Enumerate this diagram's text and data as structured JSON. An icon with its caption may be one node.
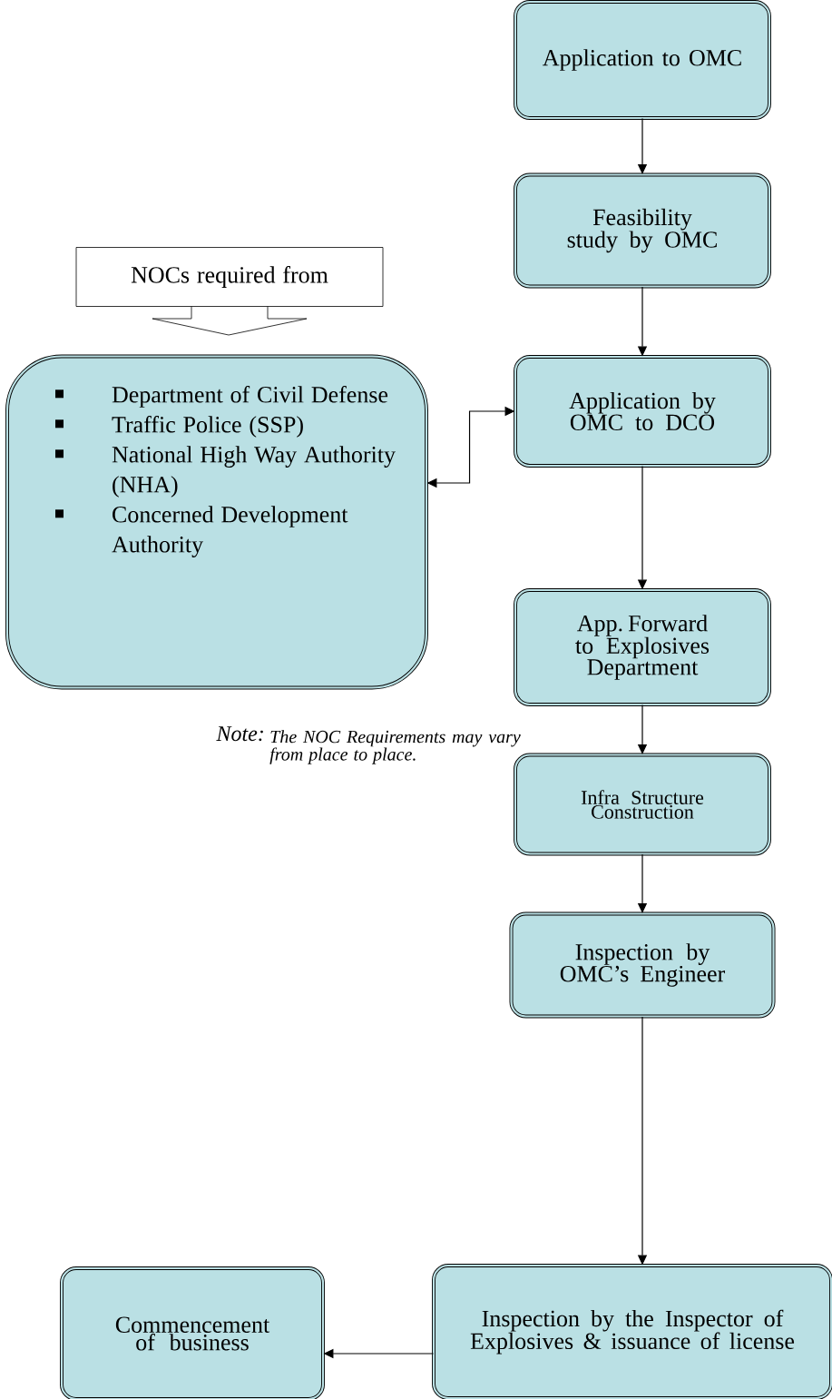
{
  "diagram": {
    "nodes": [
      {
        "text": [
          "Application to OMC"
        ]
      },
      {
        "text": [
          "Feasibility study by OMC"
        ]
      },
      {
        "text": [
          "NOCs required from"
        ]
      },
      {
        "text": [
          "Department of Civil Defense",
          "Traffic Police (SSP)",
          "National High Way Authority (NHA)",
          "Concerned Development Authority"
        ]
      },
      {
        "text": [
          "Application by OMC to DCO"
        ]
      },
      {
        "text": [
          "App. Forward to Explosives Department"
        ]
      },
      {
        "text": [
          "Infra Structure Construction"
        ]
      },
      {
        "text": [
          "Inspection by OMC’s Engineer"
        ]
      },
      {
        "text": [
          "Inspection by the Inspector of Explosives & issuance of license"
        ]
      },
      {
        "text": [
          "Commencement of business"
        ]
      }
    ],
    "edges": [
      {
        "from": 0,
        "to": 1,
        "arrow": "to"
      },
      {
        "from": 1,
        "to": 4,
        "arrow": "to"
      },
      {
        "from": 4,
        "to": 3,
        "arrow": "both"
      },
      {
        "from": 4,
        "to": 5,
        "arrow": "to"
      },
      {
        "from": 5,
        "to": 6,
        "arrow": "to"
      },
      {
        "from": 6,
        "to": 7,
        "arrow": "to"
      },
      {
        "from": 7,
        "to": 8,
        "arrow": "to"
      },
      {
        "from": 8,
        "to": 9,
        "arrow": "to"
      }
    ],
    "labels": [
      "Note:",
      "The NOC Requirements may vary from place to place."
    ]
  }
}
